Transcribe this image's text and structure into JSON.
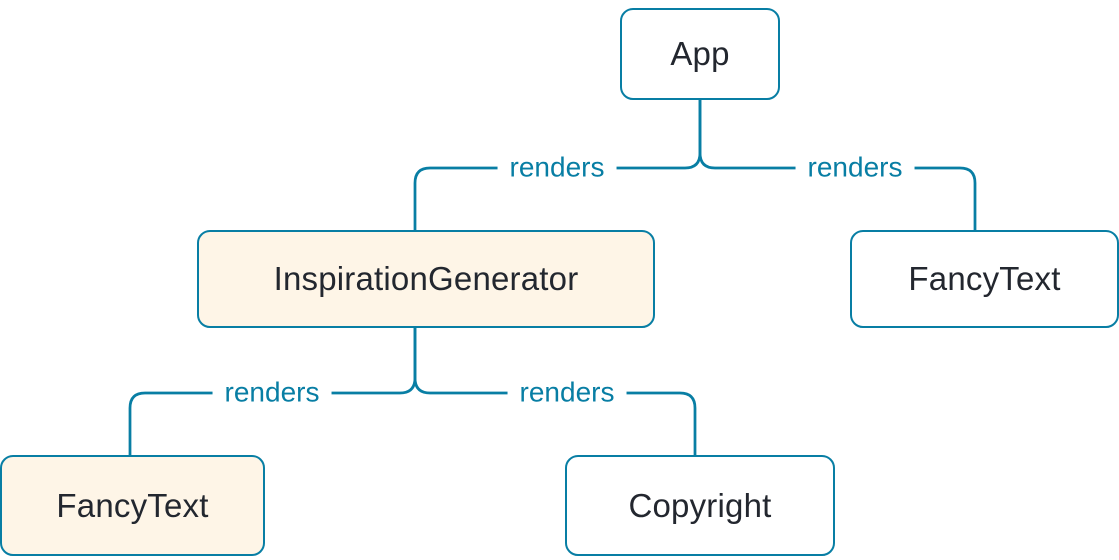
{
  "diagram": {
    "type": "render-tree",
    "edge_label_text": "renders",
    "colors": {
      "line": "#087EA4",
      "node_border": "#087EA4",
      "node_text": "#23272F",
      "node_bg_default": "#FFFFFF",
      "node_bg_highlight": "#FEF5E7",
      "edge_label": "#087EA4",
      "background": "#FFFFFF"
    },
    "nodes": [
      {
        "id": "app",
        "label": "App",
        "highlighted": false
      },
      {
        "id": "inspiration-generator",
        "label": "InspirationGenerator",
        "highlighted": true
      },
      {
        "id": "fancy-text-right",
        "label": "FancyText",
        "highlighted": false
      },
      {
        "id": "fancy-text-left",
        "label": "FancyText",
        "highlighted": true
      },
      {
        "id": "copyright",
        "label": "Copyright",
        "highlighted": false
      }
    ],
    "edges": [
      {
        "from": "App",
        "to": "InspirationGenerator",
        "label": "renders"
      },
      {
        "from": "App",
        "to": "FancyText",
        "label": "renders"
      },
      {
        "from": "InspirationGenerator",
        "to": "FancyText",
        "label": "renders"
      },
      {
        "from": "InspirationGenerator",
        "to": "Copyright",
        "label": "renders"
      }
    ]
  }
}
